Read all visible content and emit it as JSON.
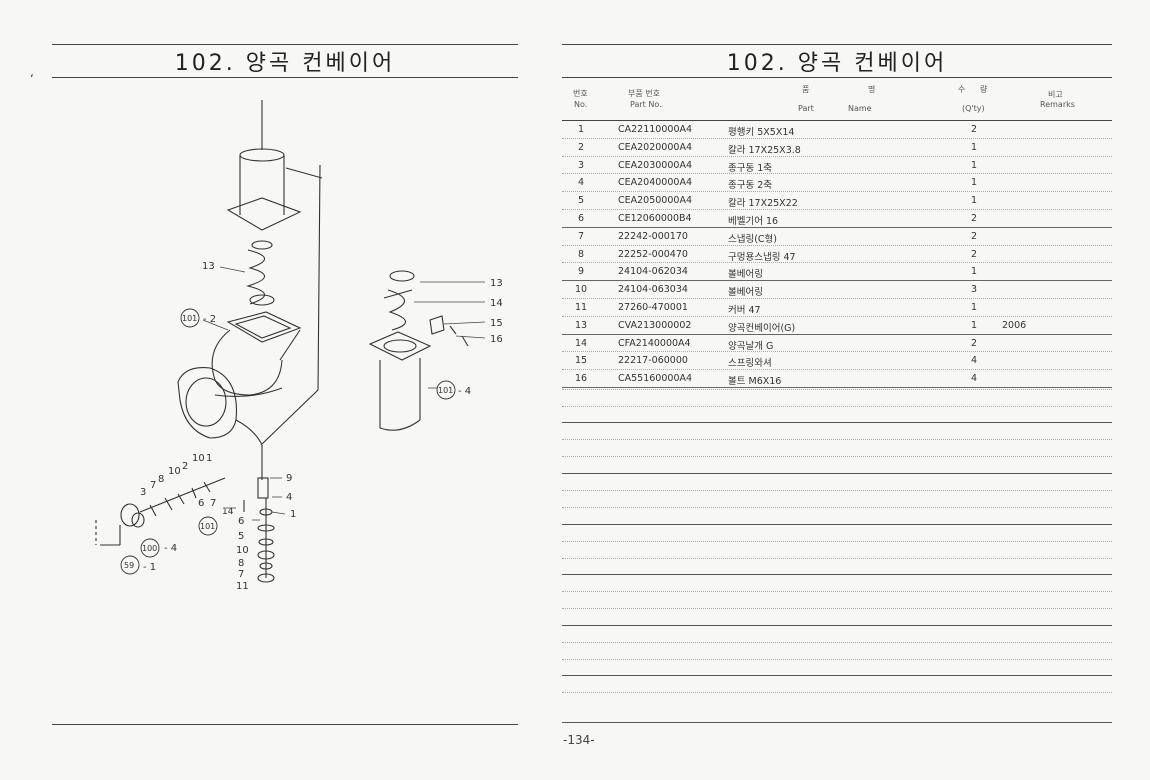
{
  "left_title": "102. 양곡 컨베이어",
  "right_title": "102. 양곡 컨베이어",
  "header": {
    "no_kr": "번호",
    "no_en": "No.",
    "part_no_kr": "부품 번호",
    "part_no_en": "Part No.",
    "name_kr_1": "품",
    "name_kr_2": "명",
    "part_en": "Part",
    "name_en": "Name",
    "qty_kr_1": "수",
    "qty_kr_2": "량",
    "qty_en": "(Q'ty)",
    "remarks_kr": "비고",
    "remarks_en": "Remarks"
  },
  "parts": [
    {
      "no": "1",
      "part_no": "CA22110000A4",
      "name": "평행키 5X5X14",
      "qty": "2",
      "remarks": ""
    },
    {
      "no": "2",
      "part_no": "CEA2020000A4",
      "name": "칼라 17X25X3.8",
      "qty": "1",
      "remarks": ""
    },
    {
      "no": "3",
      "part_no": "CEA2030000A4",
      "name": "종구동 1축",
      "qty": "1",
      "remarks": ""
    },
    {
      "no": "4",
      "part_no": "CEA2040000A4",
      "name": "종구동 2축",
      "qty": "1",
      "remarks": ""
    },
    {
      "no": "5",
      "part_no": "CEA2050000A4",
      "name": "칼라 17X25X22",
      "qty": "1",
      "remarks": ""
    },
    {
      "no": "6",
      "part_no": "CE12060000B4",
      "name": "베벨기어 16",
      "qty": "2",
      "remarks": ""
    },
    {
      "no": "7",
      "part_no": "22242-000170",
      "name": "스냅링(C형)",
      "qty": "2",
      "remarks": ""
    },
    {
      "no": "8",
      "part_no": "22252-000470",
      "name": "구멍용스냅링 47",
      "qty": "2",
      "remarks": ""
    },
    {
      "no": "9",
      "part_no": "24104-062034",
      "name": "볼베어링",
      "qty": "1",
      "remarks": ""
    },
    {
      "no": "10",
      "part_no": "24104-063034",
      "name": "볼베어링",
      "qty": "3",
      "remarks": ""
    },
    {
      "no": "11",
      "part_no": "27260-470001",
      "name": "커버 47",
      "qty": "1",
      "remarks": ""
    },
    {
      "no": "13",
      "part_no": "CVA213000002",
      "name": "양곡컨베이어(G)",
      "qty": "1",
      "remarks": "2006"
    },
    {
      "no": "14",
      "part_no": "CFA2140000A4",
      "name": "양곡날개 G",
      "qty": "2",
      "remarks": ""
    },
    {
      "no": "15",
      "part_no": "22217-060000",
      "name": "스프링와셔",
      "qty": "4",
      "remarks": ""
    },
    {
      "no": "16",
      "part_no": "CA55160000A4",
      "name": "볼트 M6X16",
      "qty": "4",
      "remarks": ""
    }
  ],
  "callouts": {
    "c13a": "13",
    "c13b": "13",
    "c14": "14",
    "c15": "15",
    "c16": "16",
    "ref101_2": "101",
    "suf2": "- 2",
    "ref101_4": "101",
    "suf4": "- 4",
    "c9": "9",
    "c4": "4",
    "c1": "1",
    "ref101_14": "101",
    "suf14": "14",
    "c6a": "6",
    "c7a": "7",
    "c6b": "6",
    "c5": "5",
    "c10a": "10",
    "c8a": "8",
    "c7b": "7",
    "c11": "11",
    "c3": "3",
    "c7c": "7",
    "c8b": "8",
    "c10b": "10",
    "c2": "2",
    "c10c": "10",
    "c1b": "1",
    "ref100": "100",
    "suf100": "- 4",
    "ref59": "59",
    "suf59": "- 1"
  },
  "page_number": "-134-",
  "margin_mark": "‘"
}
